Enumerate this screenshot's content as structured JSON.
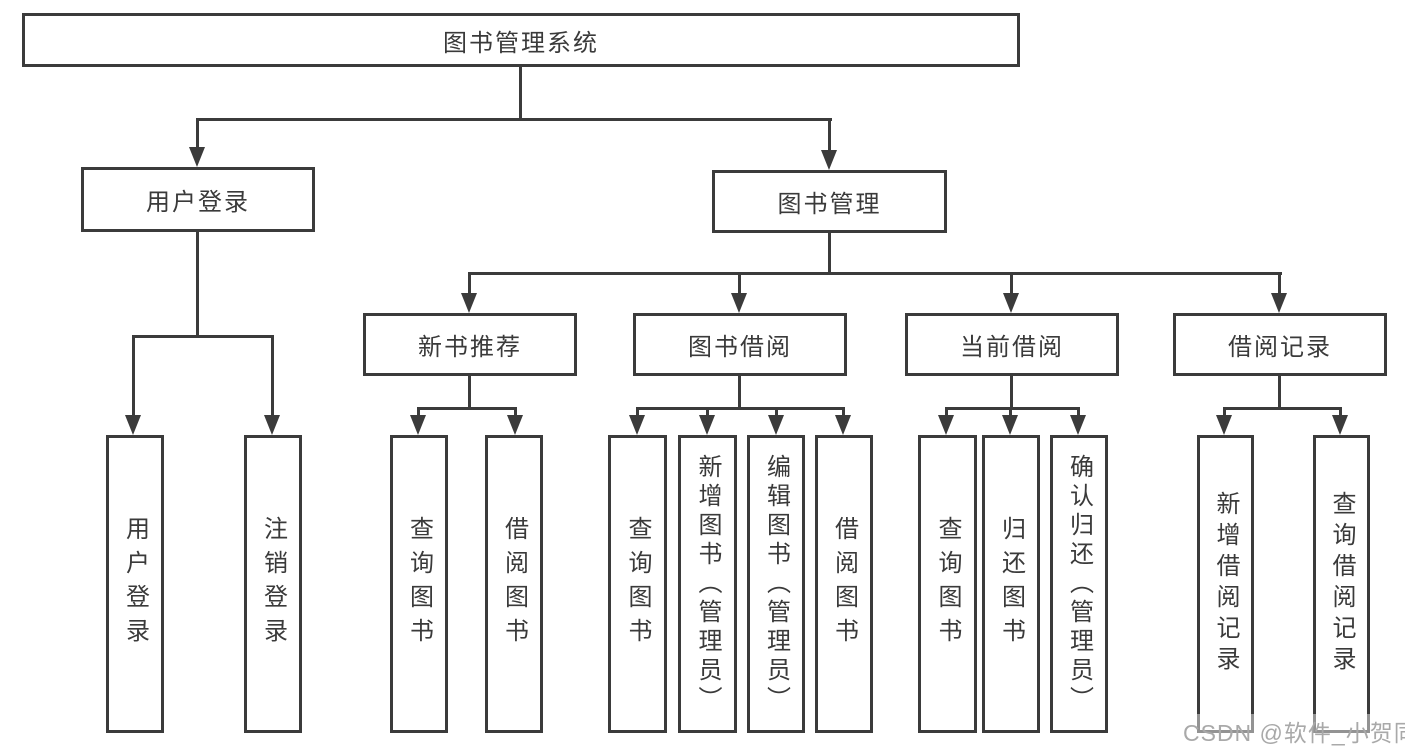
{
  "diagram": {
    "title": "图书管理系统",
    "root": {
      "label": "图书管理系统",
      "children": [
        {
          "label": "用户登录",
          "children": [
            {
              "label": "用户登录"
            },
            {
              "label": "注销登录"
            }
          ]
        },
        {
          "label": "图书管理",
          "children": [
            {
              "label": "新书推荐",
              "children": [
                {
                  "label": "查询图书"
                },
                {
                  "label": "借阅图书"
                }
              ]
            },
            {
              "label": "图书借阅",
              "children": [
                {
                  "label": "查询图书"
                },
                {
                  "label": "新增图书（管理员）"
                },
                {
                  "label": "编辑图书（管理员）"
                },
                {
                  "label": "借阅图书"
                }
              ]
            },
            {
              "label": "当前借阅",
              "children": [
                {
                  "label": "查询图书"
                },
                {
                  "label": "归还图书"
                },
                {
                  "label": "确认归还（管理员）"
                }
              ]
            },
            {
              "label": "借阅记录",
              "children": [
                {
                  "label": "新增借阅记录"
                },
                {
                  "label": "查询借阅记录"
                }
              ]
            }
          ]
        }
      ]
    },
    "colors": {
      "line": "#3b3b3b",
      "text": "#3a3a3a",
      "background": "#ffffff",
      "watermark": "#a9a9a9"
    }
  },
  "watermark": {
    "text": "CSDN @软件_小贺同学"
  }
}
